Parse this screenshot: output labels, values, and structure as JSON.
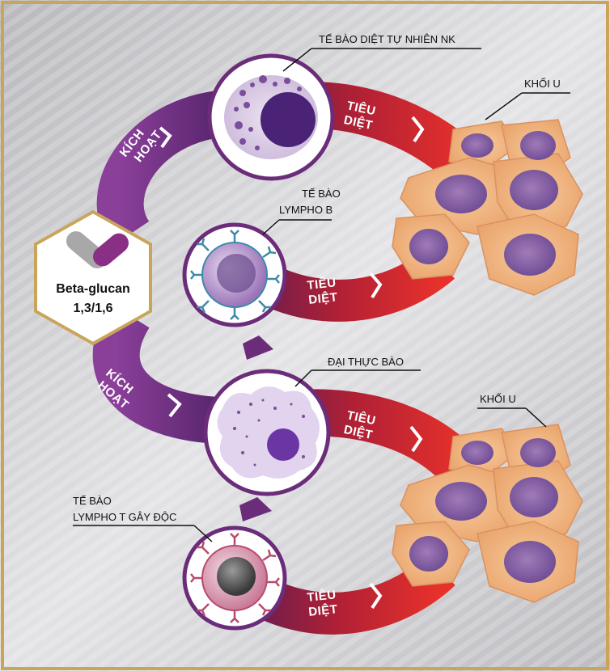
{
  "center": {
    "name": "Beta-glucan",
    "formula": "1,3/1,6"
  },
  "labels": {
    "nk_cell": "TẾ BÀO DIỆT TỰ NHIÊN NK",
    "b_cell_line1": "TẾ BÀO",
    "b_cell_line2": "LYMPHO B",
    "macrophage": "ĐẠI THỰC BÀO",
    "t_cell_line1": "TẾ BÀO",
    "t_cell_line2": "LYMPHO T GÂY ĐỘC",
    "tumor_top": "KHỐI U",
    "tumor_bottom": "KHỐI U"
  },
  "arrows": {
    "activate_line1": "KÍCH",
    "activate_line2": "HOẠT",
    "kill_line1": "TIÊU",
    "kill_line2": "DIỆT"
  },
  "colors": {
    "background": "#c9c9cc",
    "frame": "#c9a55a",
    "purple_arc": "#6b2d7a",
    "red_arc": "#d42a2a",
    "tumor": "#f0b47a",
    "nucleus": "#4a2377"
  }
}
